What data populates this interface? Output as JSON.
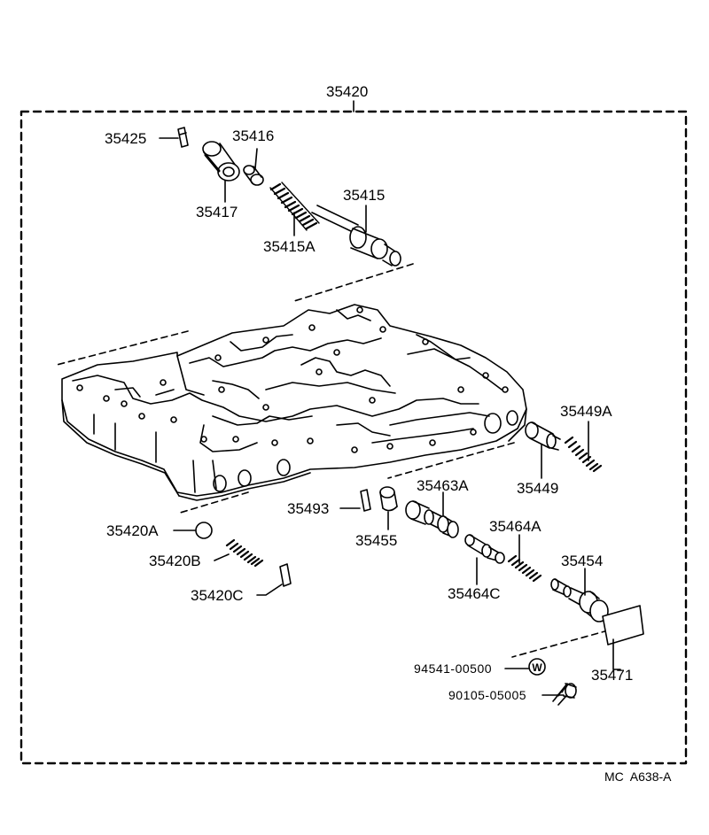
{
  "diagram": {
    "assembly_number": "35420",
    "figure_code": "MC  A638-A",
    "washer_mark": "W",
    "parts": {
      "p35425": "35425",
      "p35416": "35416",
      "p35417": "35417",
      "p35415": "35415",
      "p35415A": "35415A",
      "p35449A": "35449A",
      "p35449": "35449",
      "p35463A": "35463A",
      "p35493": "35493",
      "p35455": "35455",
      "p35420A": "35420A",
      "p35420B": "35420B",
      "p35420C": "35420C",
      "p35464A": "35464A",
      "p35464C": "35464C",
      "p35454": "35454",
      "p94541": "94541-00500",
      "p90105": "90105-05005",
      "p35471": "35471"
    }
  }
}
